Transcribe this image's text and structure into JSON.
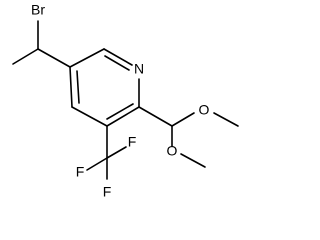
{
  "atoms": {
    "br": "Br",
    "n": "N",
    "o_upper": "O",
    "o_lower": "O",
    "f_top": "F",
    "f_left": "F",
    "f_bottom": "F"
  }
}
